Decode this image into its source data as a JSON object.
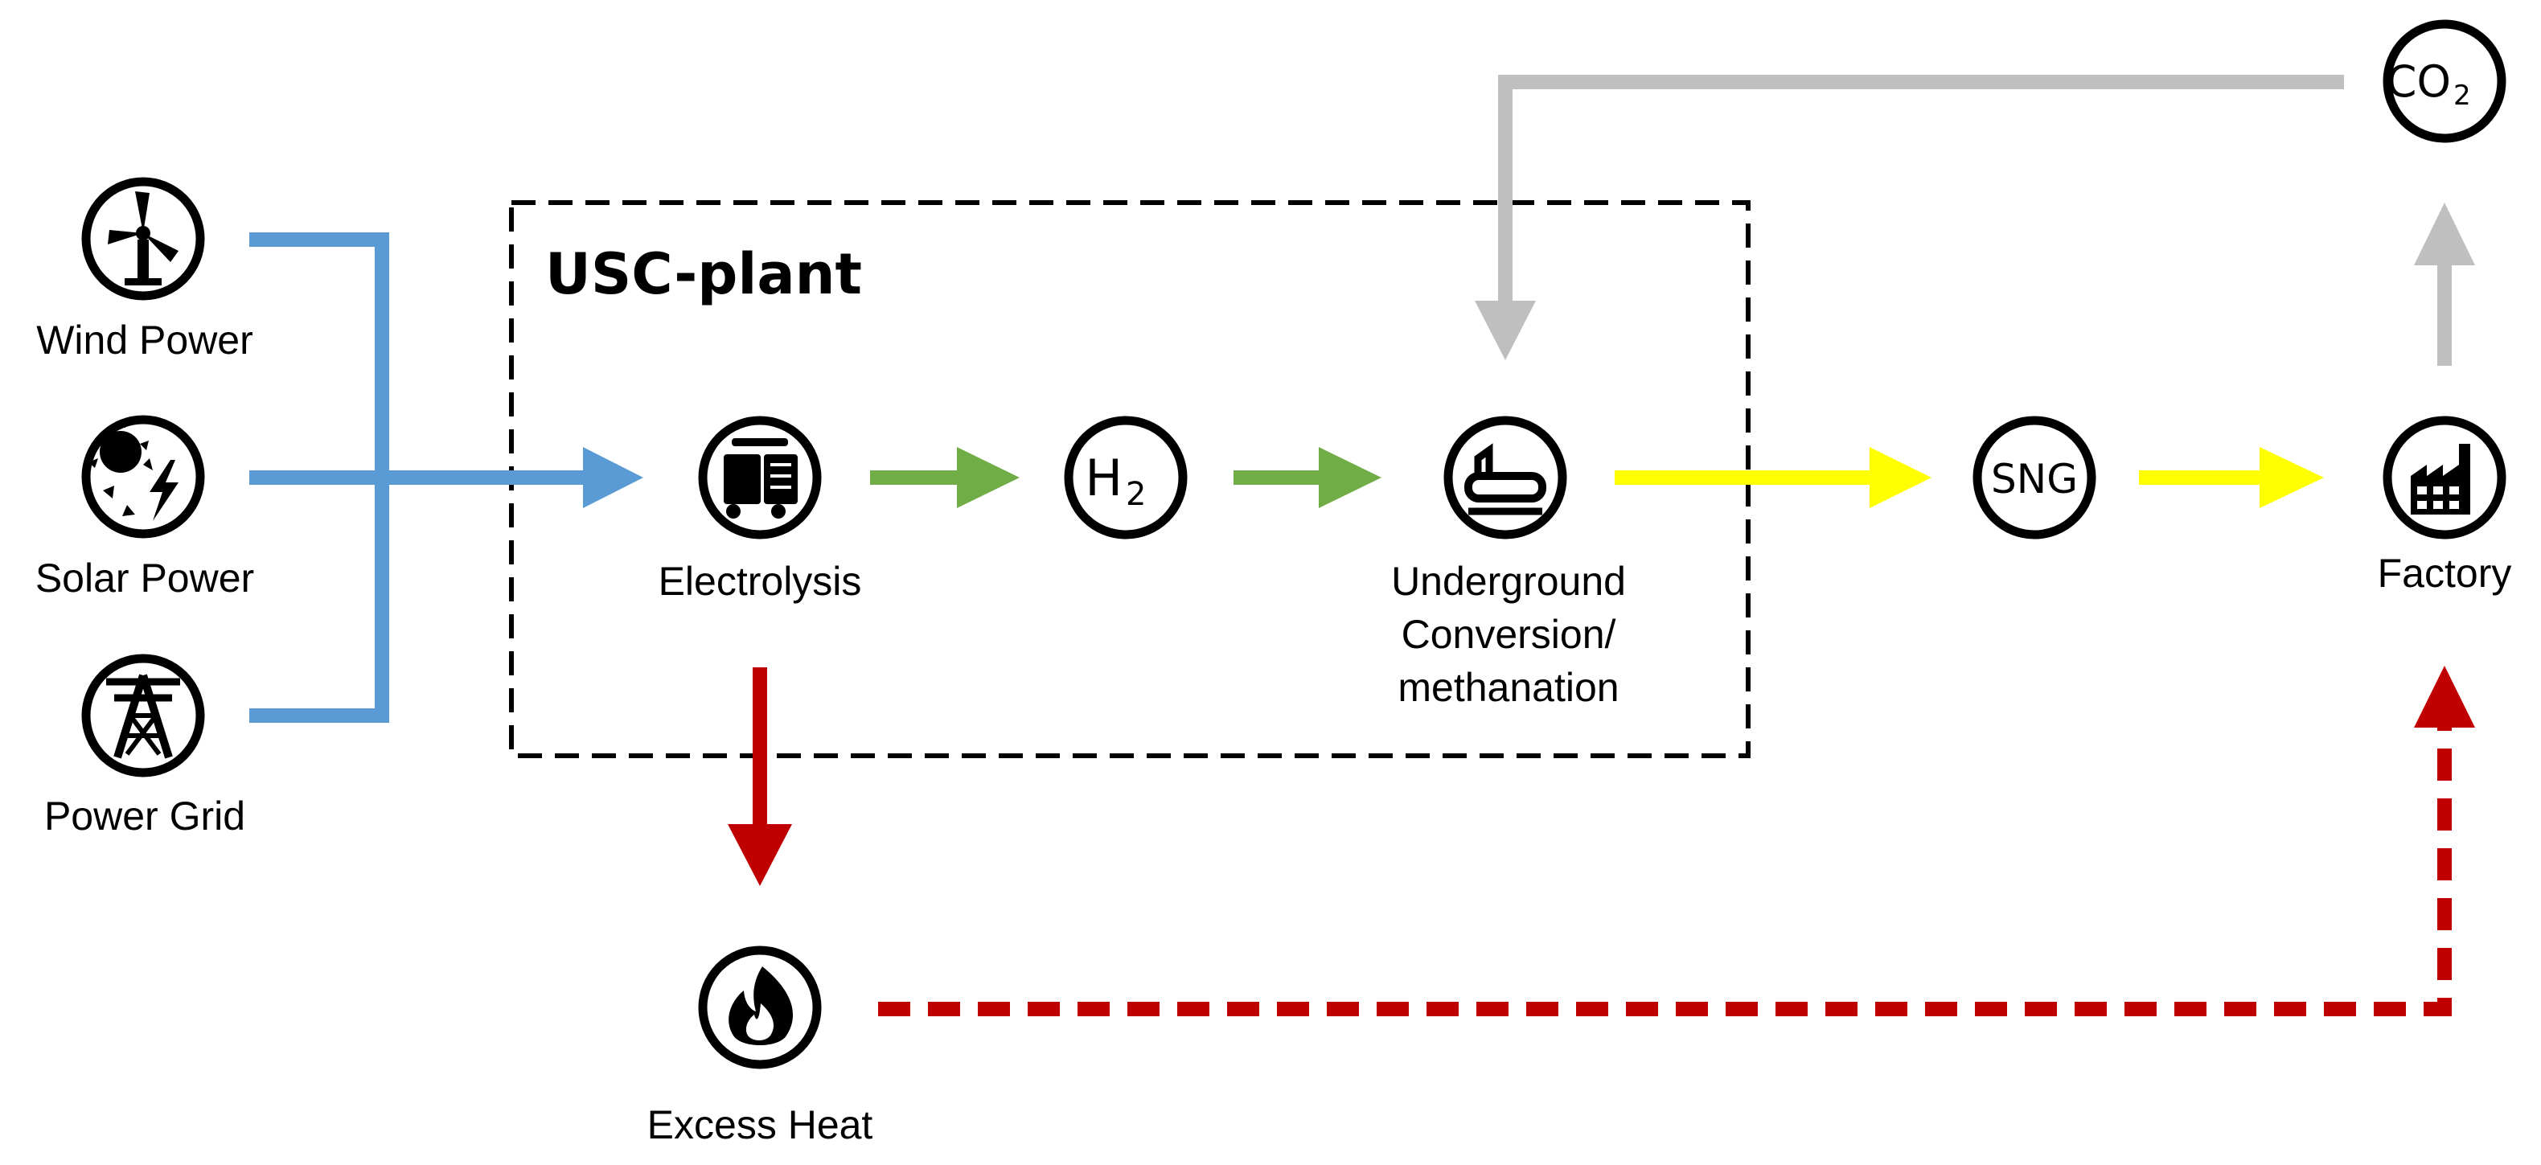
{
  "plant": {
    "title": "USC-plant"
  },
  "nodes": {
    "wind": {
      "label": "Wind Power",
      "icon": "wind-turbine-icon"
    },
    "solar": {
      "label": "Solar Power",
      "icon": "sun-lightning-icon"
    },
    "grid": {
      "label": "Power Grid",
      "icon": "power-pylon-icon"
    },
    "electrolysis": {
      "label": "Electrolysis",
      "icon": "electrolyzer-icon"
    },
    "h2": {
      "symbol": "H",
      "subscript": "2",
      "icon": "hydrogen-icon"
    },
    "conversion": {
      "label_lines": [
        "Underground",
        "Conversion/",
        "methanation"
      ],
      "icon": "storage-tank-icon"
    },
    "sng": {
      "symbol": "SNG",
      "icon": "sng-icon"
    },
    "factory": {
      "label": "Factory",
      "icon": "factory-icon"
    },
    "co2": {
      "symbol": "CO",
      "subscript": "2",
      "icon": "co2-icon"
    },
    "heat": {
      "label": "Excess Heat",
      "icon": "flame-icon"
    }
  },
  "colors": {
    "power": "#5b9bd5",
    "hydrogen": "#70ad47",
    "sng": "#ffff00",
    "co2": "#bfbfbf",
    "heat": "#c00000"
  }
}
